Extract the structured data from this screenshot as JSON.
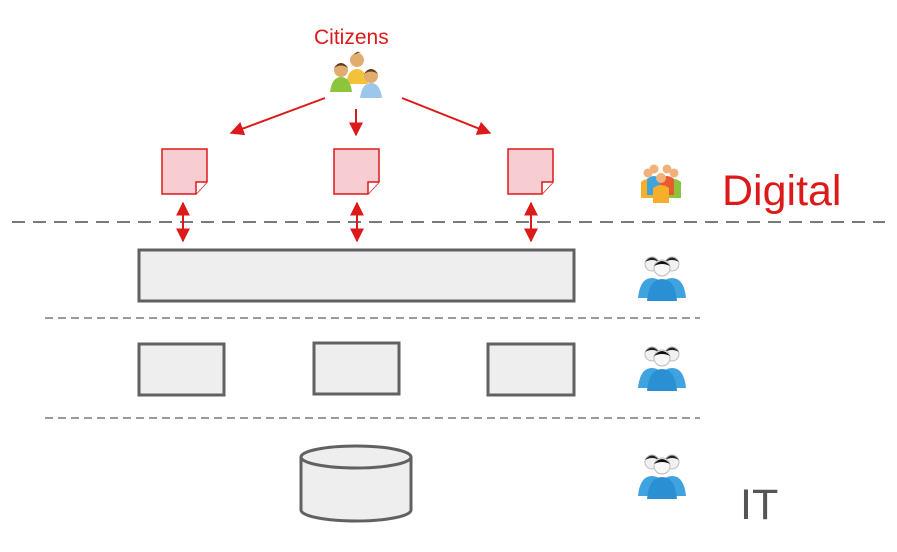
{
  "labels": {
    "citizens": "Citizens",
    "digital": "Digital",
    "it": "IT"
  },
  "colors": {
    "accent_red": "#dd1a1a",
    "doc_fill": "#f7cdd1",
    "box_fill": "#eeeeee",
    "box_stroke": "#616161",
    "dash": "#7a7a7a",
    "it_text": "#555555",
    "person_blue": "#3fa3e0"
  },
  "icons": {
    "citizens_group": "citizens-group-icon",
    "team": "colorful-team-icon",
    "staff_groups": [
      "staff-group-icon",
      "staff-group-icon",
      "staff-group-icon"
    ],
    "documents": [
      "document-icon",
      "document-icon",
      "document-icon"
    ],
    "database": "database-icon"
  }
}
